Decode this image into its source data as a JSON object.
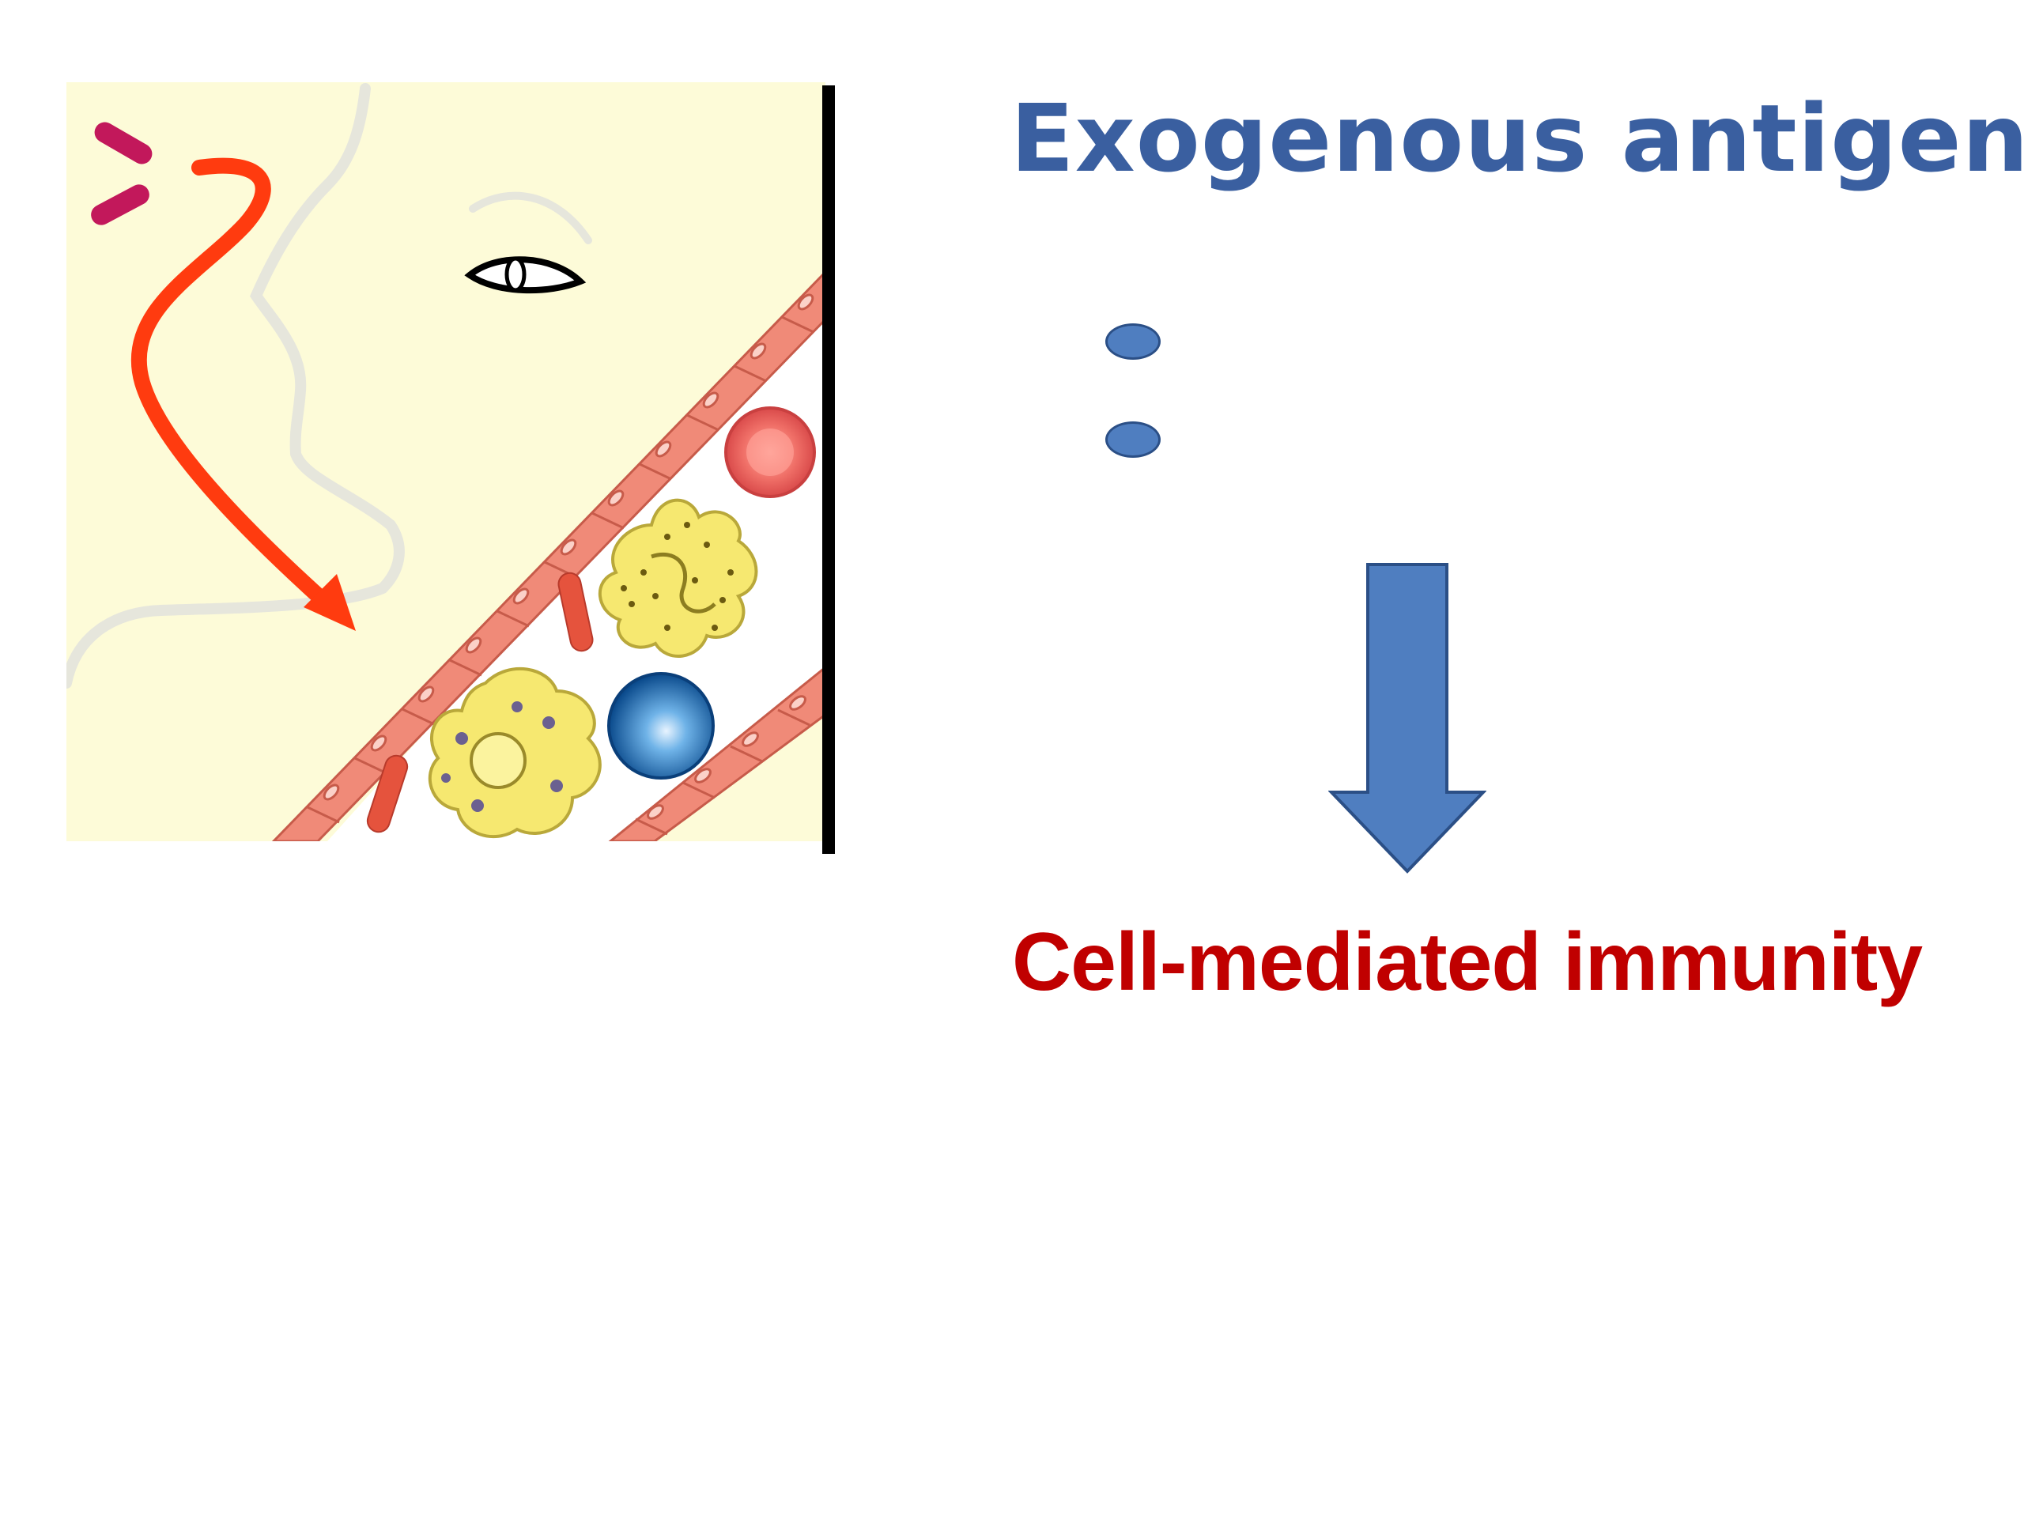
{
  "slide": {
    "title": "Exogenous antigen",
    "result": "Cell-mediated immunity"
  },
  "colors": {
    "title": "#3a5fa0",
    "result": "#c00000",
    "arrow_fill": "#4f7ec0",
    "entry_arrow": "#ff3b0f",
    "tissue_bg": "#fdfbd8",
    "vessel_wall": "#f08a78",
    "bacteria": "#c2185b"
  },
  "icons": {
    "bullet": "ellipse-bullet",
    "flow_arrow": "down-arrow",
    "illustration": "antigen-entry-tissue-illustration"
  }
}
